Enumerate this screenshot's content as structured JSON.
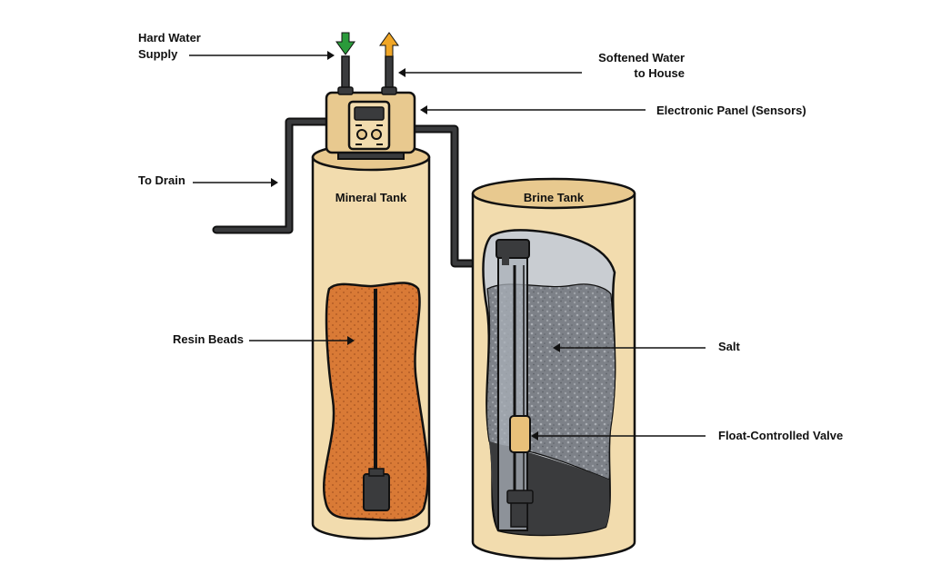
{
  "labels": {
    "hard_water_line1": "Hard Water",
    "hard_water_line2": "Supply",
    "softened_line1": "Softened Water",
    "softened_line2": "to House",
    "electronic_panel": "Electronic Panel (Sensors)",
    "to_drain": "To Drain",
    "mineral_tank": "Mineral Tank",
    "brine_tank": "Brine Tank",
    "resin_beads": "Resin Beads",
    "salt": "Salt",
    "float_valve": "Float-Controlled Valve"
  },
  "colors": {
    "tank_fill": "#f2dcae",
    "tank_top": "#e8c98f",
    "resin": "#d97a36",
    "salt": "#7d8188",
    "brine_void": "#c9cdd2",
    "pipe": "#3a3b3d",
    "inlet_arrow": "#2a9a3a",
    "outlet_arrow": "#f0a626",
    "float": "#e9c17a"
  },
  "icons": {
    "inlet": "arrow-down-icon",
    "outlet": "arrow-up-icon"
  }
}
